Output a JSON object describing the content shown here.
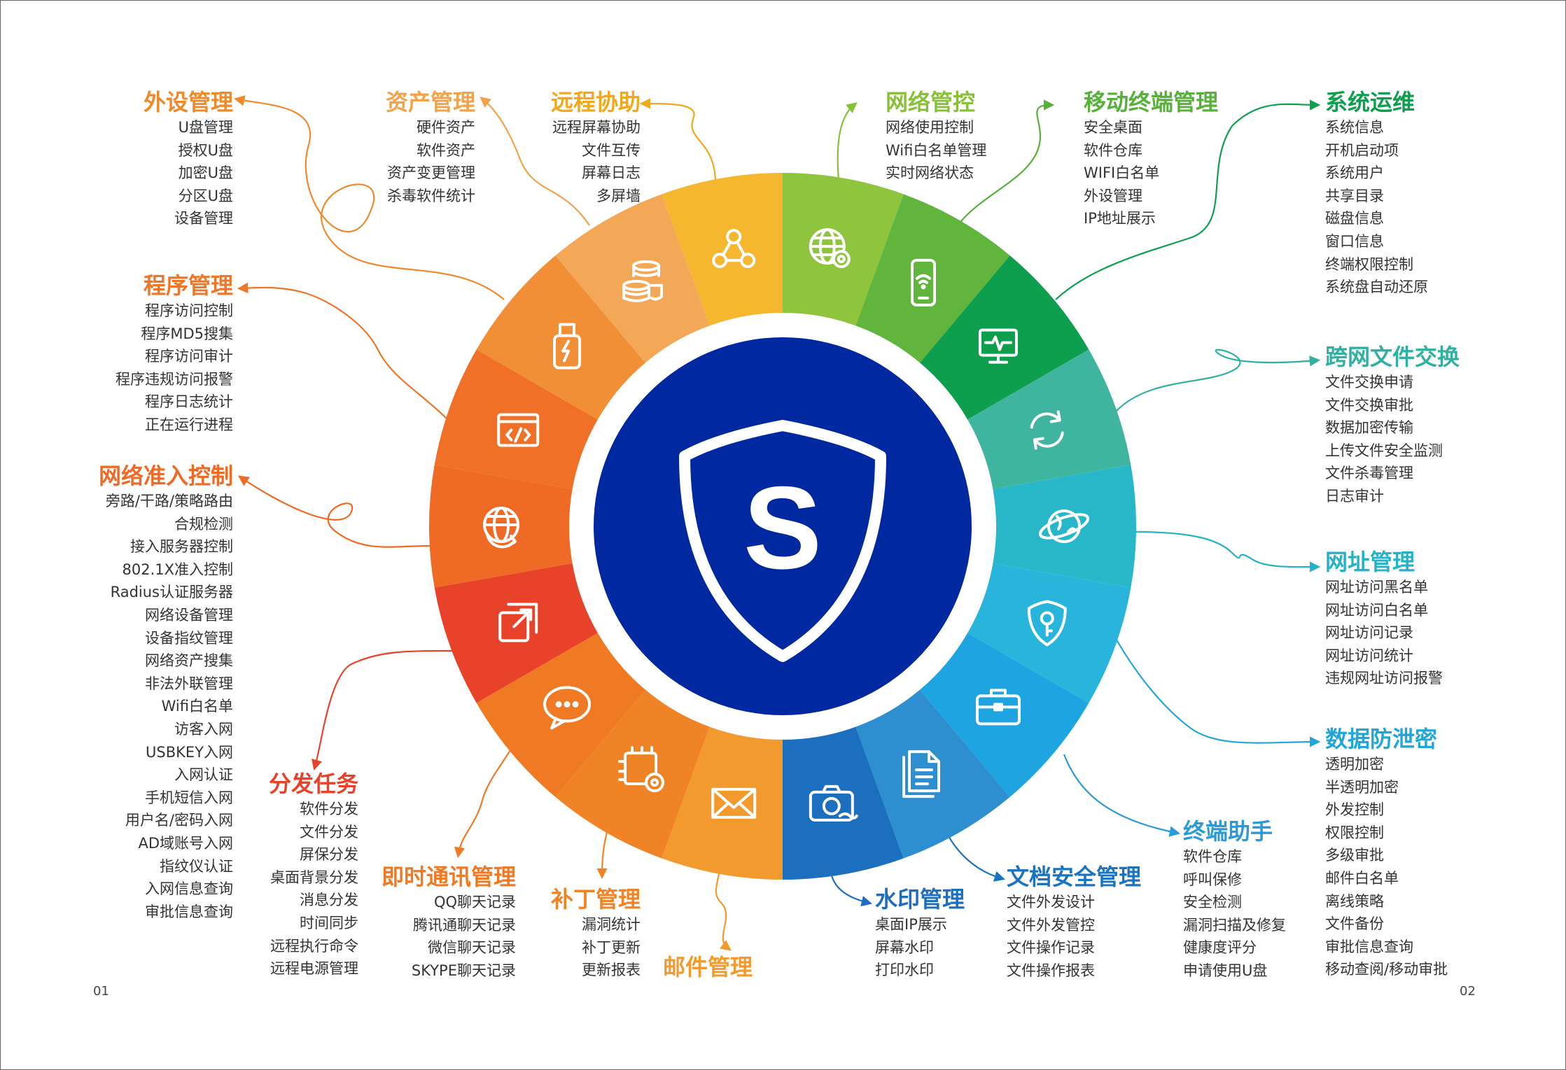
{
  "pages": {
    "left": "01",
    "right": "02"
  },
  "center": {
    "letter": "S"
  },
  "colors": {
    "center": "#0028a0"
  },
  "segments": [
    {
      "icon": "triangle-nodes-icon",
      "color": "#f5b630"
    },
    {
      "icon": "globe-gear-icon",
      "color": "#8fc43e"
    },
    {
      "icon": "mobile-phone-icon",
      "color": "#62b53c"
    },
    {
      "icon": "monitor-pulse-icon",
      "color": "#0e9f4e"
    },
    {
      "icon": "sync-icon",
      "color": "#3fb5a0"
    },
    {
      "icon": "planet-icon",
      "color": "#27b7c8"
    },
    {
      "icon": "shield-key-icon",
      "color": "#29b4dc"
    },
    {
      "icon": "briefcase-icon",
      "color": "#1ea4e0"
    },
    {
      "icon": "document-icon",
      "color": "#2d8fd0"
    },
    {
      "icon": "camera-icon",
      "color": "#1b6fbe"
    },
    {
      "icon": "mail-icon",
      "color": "#f39a2e"
    },
    {
      "icon": "chip-gear-icon",
      "color": "#ef8326"
    },
    {
      "icon": "chat-icon",
      "color": "#ef7a23"
    },
    {
      "icon": "external-link-icon",
      "color": "#e8432a"
    },
    {
      "icon": "globe-refresh-icon",
      "color": "#ee6a25"
    },
    {
      "icon": "code-window-icon",
      "color": "#ef7026"
    },
    {
      "icon": "usb-drive-icon",
      "color": "#f08f36"
    },
    {
      "icon": "coin-stack-icon",
      "color": "#f3a858"
    }
  ],
  "groups": {
    "peripheral": {
      "title": "外设管理",
      "items": [
        "U盘管理",
        "授权U盘",
        "加密U盘",
        "分区U盘",
        "设备管理"
      ]
    },
    "asset": {
      "title": "资产管理",
      "items": [
        "硬件资产",
        "软件资产",
        "资产变更管理",
        "杀毒软件统计"
      ]
    },
    "remote": {
      "title": "远程协助",
      "items": [
        "远程屏幕协助",
        "文件互传",
        "屏幕日志",
        "多屏墙"
      ]
    },
    "network_control": {
      "title": "网络管控",
      "items": [
        "网络使用控制",
        "Wifi白名单管理",
        "实时网络状态"
      ]
    },
    "mobile": {
      "title": "移动终端管理",
      "items": [
        "安全桌面",
        "软件仓库",
        "WIFI白名单",
        "外设管理",
        "IP地址展示"
      ]
    },
    "sysops": {
      "title": "系统运维",
      "items": [
        "系统信息",
        "开机启动项",
        "系统用户",
        "共享目录",
        "磁盘信息",
        "窗口信息",
        "终端权限控制",
        "系统盘自动还原"
      ]
    },
    "program": {
      "title": "程序管理",
      "items": [
        "程序访问控制",
        "程序MD5搜集",
        "程序访问审计",
        "程序违规访问报警",
        "程序日志统计",
        "正在运行进程"
      ]
    },
    "cross_net": {
      "title": "跨网文件交换",
      "items": [
        "文件交换申请",
        "文件交换审批",
        "数据加密传输",
        "上传文件安全监测",
        "文件杀毒管理",
        "日志审计"
      ]
    },
    "nac": {
      "title": "网络准入控制",
      "items": [
        "旁路/干路/策略路由",
        "合规检测",
        "接入服务器控制",
        "802.1X准入控制",
        "Radius认证服务器",
        "网络设备管理",
        "设备指纹管理",
        "网络资产搜集",
        "非法外联管理",
        "Wifi白名单",
        "访客入网",
        "USBKEY入网",
        "入网认证",
        "手机短信入网",
        "用户名/密码入网",
        "AD域账号入网",
        "指纹仪认证",
        "入网信息查询",
        "审批信息查询"
      ]
    },
    "url": {
      "title": "网址管理",
      "items": [
        "网址访问黑名单",
        "网址访问白名单",
        "网址访问记录",
        "网址访问统计",
        "违规网址访问报警"
      ]
    },
    "dlp": {
      "title": "数据防泄密",
      "items": [
        "透明加密",
        "半透明加密",
        "外发控制",
        "权限控制",
        "多级审批",
        "邮件白名单",
        "离线策略",
        "文件备份",
        "审批信息查询",
        "移动查阅/移动审批"
      ]
    },
    "dispatch": {
      "title": "分发任务",
      "items": [
        "软件分发",
        "文件分发",
        "屏保分发",
        "桌面背景分发",
        "消息分发",
        "时间同步",
        "远程执行命令",
        "远程电源管理"
      ]
    },
    "im": {
      "title": "即时通讯管理",
      "items": [
        "QQ聊天记录",
        "腾讯通聊天记录",
        "微信聊天记录",
        "SKYPE聊天记录"
      ]
    },
    "patch": {
      "title": "补丁管理",
      "items": [
        "漏洞统计",
        "补丁更新",
        "更新报表"
      ]
    },
    "mail": {
      "title": "邮件管理",
      "items": []
    },
    "watermark": {
      "title": "水印管理",
      "items": [
        "桌面IP展示",
        "屏幕水印",
        "打印水印"
      ]
    },
    "docsec": {
      "title": "文档安全管理",
      "items": [
        "文件外发设计",
        "文件外发管控",
        "文件操作记录",
        "文件操作报表"
      ]
    },
    "assistant": {
      "title": "终端助手",
      "items": [
        "软件仓库",
        "呼叫保修",
        "安全检测",
        "漏洞扫描及修复",
        "健康度评分",
        "申请使用U盘"
      ]
    }
  }
}
